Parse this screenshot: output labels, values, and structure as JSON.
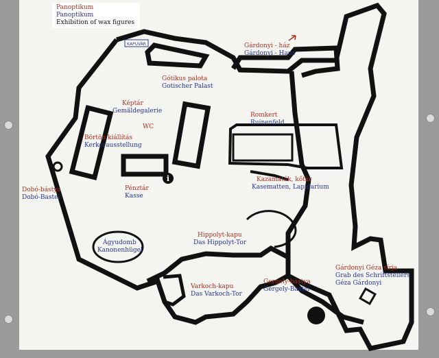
{
  "colors": {
    "background": "#9a9c9c",
    "panel": "#f4f4f1",
    "wall": "#111111",
    "hungarian_text": "#a8311f",
    "german_text": "#27348b"
  },
  "legend": {
    "line1": "Panoptikum",
    "line2": "Panoptikum",
    "line3": "Exhibition of wax figures"
  },
  "gate_sign": "KAPUVÁR",
  "labels": {
    "gardonyi_haz": {
      "hu": "Gárdonyi - ház",
      "de": "Gárdonyi - Haus"
    },
    "gotikus_palota": {
      "hu": "Gótikus palota",
      "de": "Gotischer Palast"
    },
    "keptar": {
      "hu": "Képtár",
      "de": "Gemäldegalerie"
    },
    "wc": {
      "text": "WC"
    },
    "borton": {
      "hu": "Börtön kiállítás",
      "de": "Kerkerausstellung"
    },
    "romkert": {
      "hu": "Romkert",
      "de": "Ruinenfeld"
    },
    "kazamatak": {
      "hu": "Kazamaták, kőtár",
      "de": "Kasematten, Lapidarium"
    },
    "penztar": {
      "hu": "Pénztár",
      "de": "Kasse"
    },
    "dobo_bastya": {
      "hu": "Dobó-bástya",
      "de": "Dobó-Bastei"
    },
    "hippolyt": {
      "hu": "Hippolyt-kapu",
      "de": "Das Hippolyt-Tor"
    },
    "agyudomb": {
      "hu": "Ágyudomb",
      "de": "Kanonenhügel"
    },
    "varkoch": {
      "hu": "Varkoch-kapu",
      "de": "Das Varkoch-Tor"
    },
    "gergely": {
      "hu": "Gergely-bástya",
      "de": "Gergely-Bastei"
    },
    "gardonyi_sir": {
      "hu": "Gárdonyi Géza sírja",
      "de1": "Grab des Schriftstellers",
      "de2": "Géza Gárdonyi"
    }
  },
  "icons": {
    "info": "info-icon",
    "arrow": "direction-arrow-icon",
    "well": "well-icon",
    "rivet": "rivet-icon"
  },
  "info_glyph": "i"
}
